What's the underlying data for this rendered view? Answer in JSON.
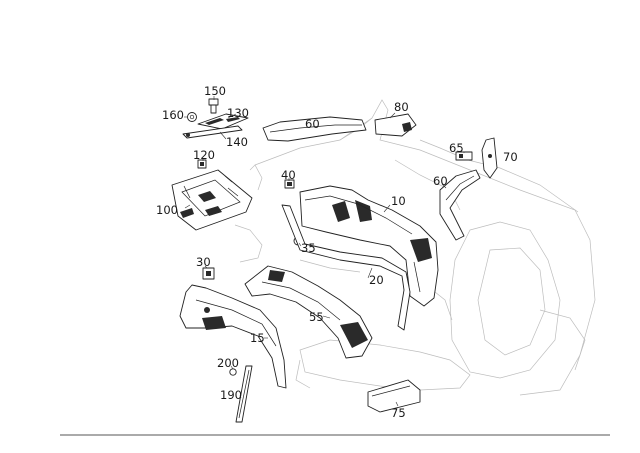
{
  "labels": {
    "p150": "150",
    "p160": "160",
    "p130": "130",
    "p140": "140",
    "p120": "120",
    "p100": "100",
    "p60a": "60",
    "p80": "80",
    "p65": "65",
    "p70": "70",
    "p60b": "60",
    "p40": "40",
    "p10": "10",
    "p35": "35",
    "p20": "20",
    "p30": "30",
    "p55": "55",
    "p15": "15",
    "p200": "200",
    "p190": "190",
    "p75": "75"
  }
}
